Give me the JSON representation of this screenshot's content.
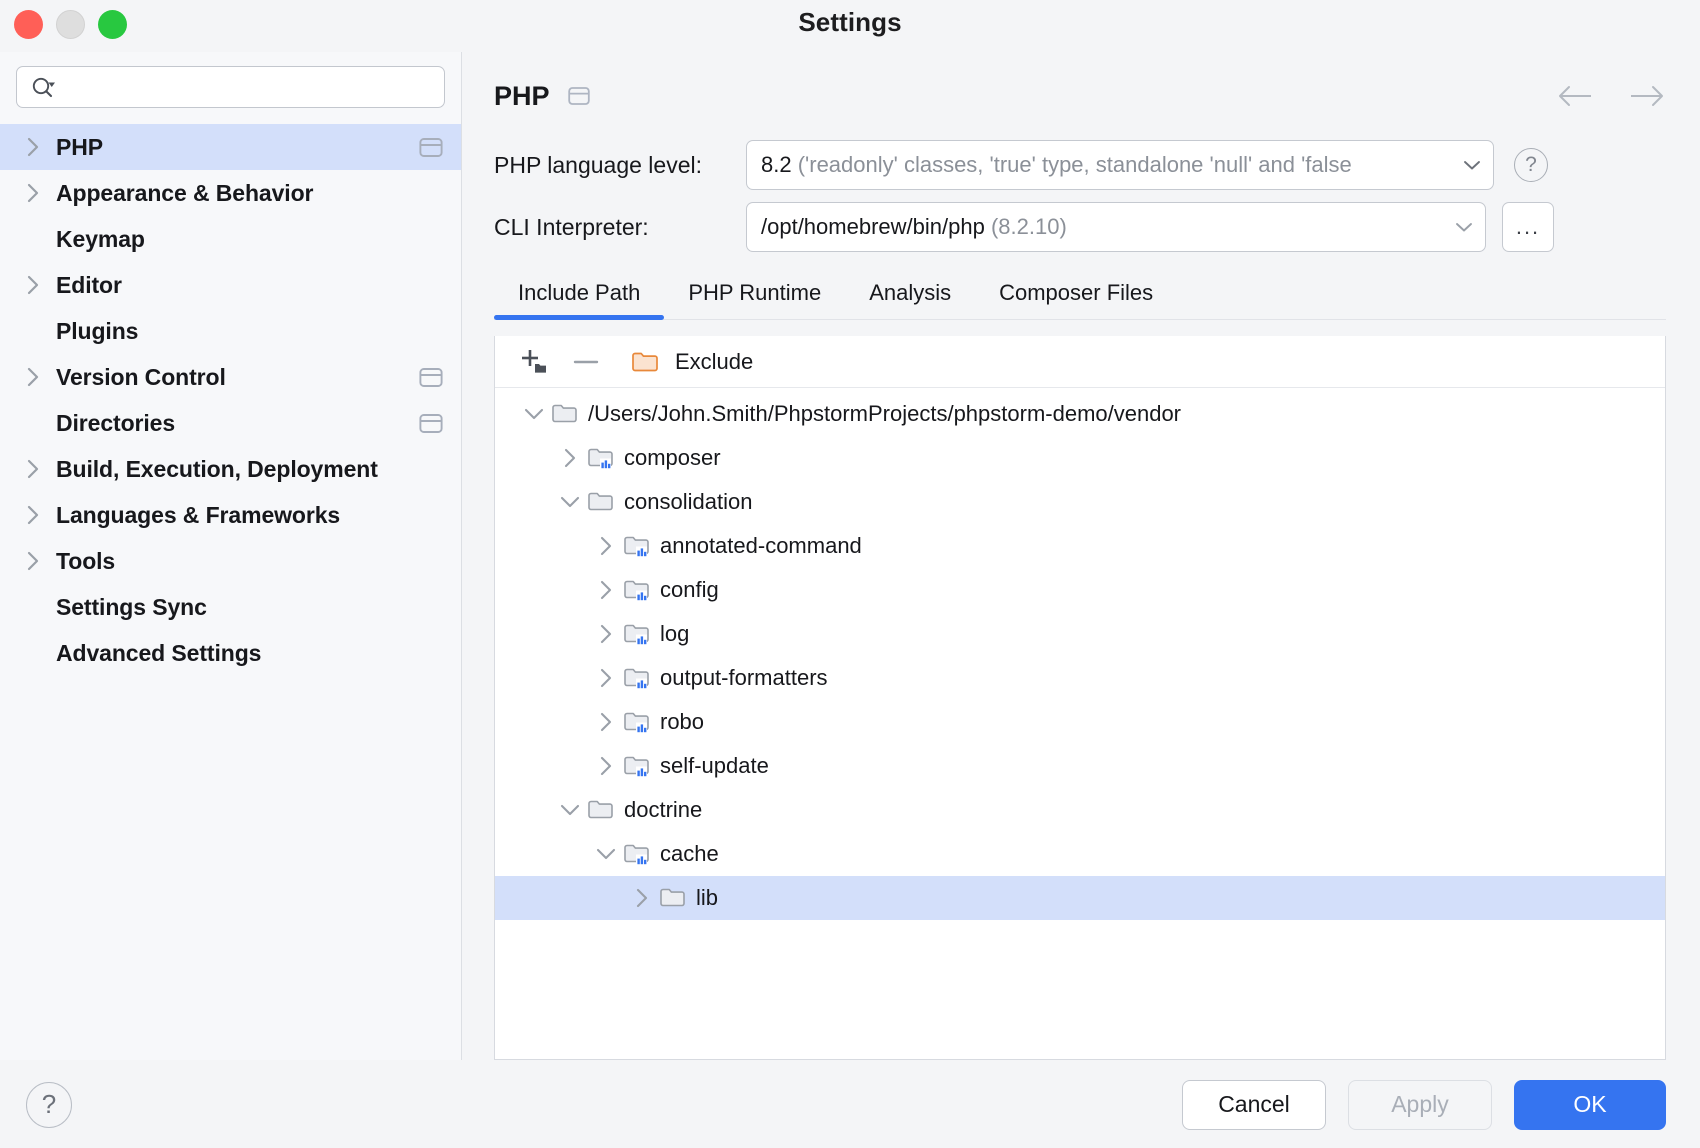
{
  "window": {
    "title": "Settings",
    "traffic_lights": [
      "close",
      "minimize",
      "maximize"
    ]
  },
  "search": {
    "placeholder": "",
    "value": "",
    "icon": "search-icon"
  },
  "sidebar": {
    "items": [
      {
        "label": "PHP",
        "expandable": true,
        "selected": true,
        "badge": true
      },
      {
        "label": "Appearance & Behavior",
        "expandable": true,
        "selected": false,
        "badge": false
      },
      {
        "label": "Keymap",
        "expandable": false,
        "selected": false,
        "badge": false
      },
      {
        "label": "Editor",
        "expandable": true,
        "selected": false,
        "badge": false
      },
      {
        "label": "Plugins",
        "expandable": false,
        "selected": false,
        "badge": false
      },
      {
        "label": "Version Control",
        "expandable": true,
        "selected": false,
        "badge": true
      },
      {
        "label": "Directories",
        "expandable": false,
        "selected": false,
        "badge": true
      },
      {
        "label": "Build, Execution, Deployment",
        "expandable": true,
        "selected": false,
        "badge": false
      },
      {
        "label": "Languages & Frameworks",
        "expandable": true,
        "selected": false,
        "badge": false
      },
      {
        "label": "Tools",
        "expandable": true,
        "selected": false,
        "badge": false
      },
      {
        "label": "Settings Sync",
        "expandable": false,
        "selected": false,
        "badge": false
      },
      {
        "label": "Advanced Settings",
        "expandable": false,
        "selected": false,
        "badge": false
      }
    ]
  },
  "page": {
    "title": "PHP",
    "badge_icon": "project-scope-icon",
    "nav_back_icon": "arrow-left-icon",
    "nav_forward_icon": "arrow-right-icon"
  },
  "form": {
    "language_level": {
      "label": "PHP language level:",
      "value_main": "8.2",
      "value_detail": "('readonly' classes, 'true' type, standalone 'null' and 'false",
      "help_label": "?"
    },
    "cli_interpreter": {
      "label": "CLI Interpreter:",
      "value_main": "/opt/homebrew/bin/php",
      "value_detail": "(8.2.10)",
      "browse_label": "..."
    }
  },
  "tabs": [
    {
      "label": "Include Path",
      "active": true
    },
    {
      "label": "PHP Runtime",
      "active": false
    },
    {
      "label": "Analysis",
      "active": false
    },
    {
      "label": "Composer Files",
      "active": false
    }
  ],
  "include_path": {
    "toolbar": {
      "add_label": "+",
      "remove_label": "—",
      "exclude_label": "Exclude"
    },
    "rows": [
      {
        "label": "/Users/John.Smith/PhpstormProjects/phpstorm-demo/vendor",
        "indent": 0,
        "arrow": "expanded",
        "icon": "folder-icon",
        "selected": false
      },
      {
        "label": "composer",
        "indent": 1,
        "arrow": "collapsed",
        "icon": "folder-library-icon",
        "selected": false
      },
      {
        "label": "consolidation",
        "indent": 1,
        "arrow": "expanded",
        "icon": "folder-icon",
        "selected": false
      },
      {
        "label": "annotated-command",
        "indent": 2,
        "arrow": "collapsed",
        "icon": "folder-library-icon",
        "selected": false
      },
      {
        "label": "config",
        "indent": 2,
        "arrow": "collapsed",
        "icon": "folder-library-icon",
        "selected": false
      },
      {
        "label": "log",
        "indent": 2,
        "arrow": "collapsed",
        "icon": "folder-library-icon",
        "selected": false
      },
      {
        "label": "output-formatters",
        "indent": 2,
        "arrow": "collapsed",
        "icon": "folder-library-icon",
        "selected": false
      },
      {
        "label": "robo",
        "indent": 2,
        "arrow": "collapsed",
        "icon": "folder-library-icon",
        "selected": false
      },
      {
        "label": "self-update",
        "indent": 2,
        "arrow": "collapsed",
        "icon": "folder-library-icon",
        "selected": false
      },
      {
        "label": "doctrine",
        "indent": 1,
        "arrow": "expanded",
        "icon": "folder-icon",
        "selected": false
      },
      {
        "label": "cache",
        "indent": 2,
        "arrow": "expanded",
        "icon": "folder-library-icon",
        "selected": false
      },
      {
        "label": "lib",
        "indent": 3,
        "arrow": "collapsed",
        "icon": "folder-icon",
        "selected": true
      }
    ]
  },
  "footer": {
    "help_label": "?",
    "cancel_label": "Cancel",
    "apply_label": "Apply",
    "ok_label": "OK"
  },
  "colors": {
    "accent": "#3574f0",
    "selection": "#d3dffa",
    "folder_orange": "#e8883a",
    "library_blue": "#3574f0"
  }
}
